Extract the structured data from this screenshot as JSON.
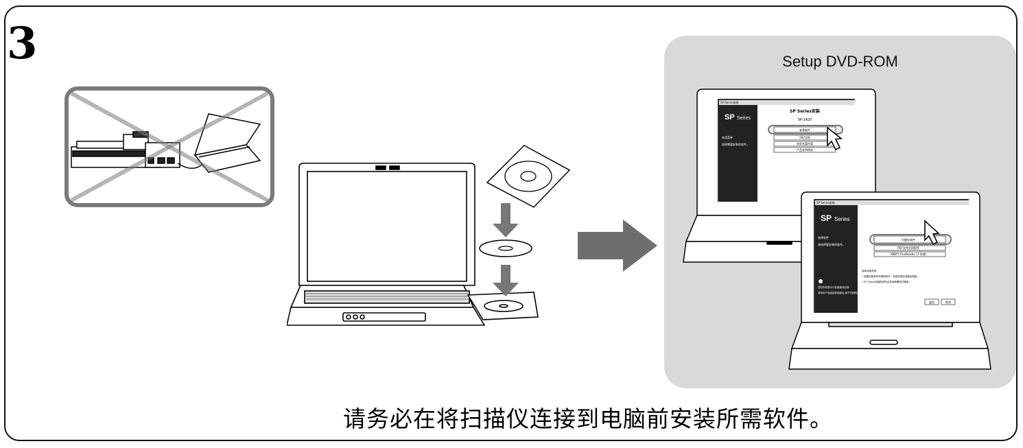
{
  "step": {
    "number": "3"
  },
  "caption": "请务必在将扫描仪连接到电脑前安装所需软件。",
  "setup_panel": {
    "title": "Setup DVD-ROM",
    "window1": {
      "titlebar": "SP Series安装",
      "brand_sp": "SP",
      "brand_series": "Series",
      "heading": "SP Series安装",
      "model": "SP-1425",
      "menu": [
        "安装软件",
        "SSI/文档",
        "浏览光盘内容",
        "产品支持网站"
      ],
      "side_items": [
        "欢迎菜单",
        "选择需要安装的软件。"
      ]
    },
    "window2": {
      "titlebar": "SP Series安装",
      "brand_sp": "SP",
      "brand_series": "Series",
      "options": [
        "扫描仪软件",
        "PDF文件实用程序",
        "ABBYY FineReader (1 系统)"
      ],
      "side_items": [
        "选择软件",
        "请选择要安装的软件。",
        "您的所有提示与安装使用目录:",
        "请将本产品连接到电脑后,用于扫描的应用程序会自动安装。"
      ],
      "notes": [
        "选择安装完成。",
        "• 若要安装软件请选择软件。安装完成后请重启电脑。",
        "• SP Series安装前请务必关闭病毒防护程序。"
      ],
      "buttons": [
        "返回",
        "取消"
      ]
    }
  },
  "colors": {
    "panel": "#d9d9d9",
    "arrow": "#6e6e6e",
    "prohibit": "#7a7a7a"
  }
}
